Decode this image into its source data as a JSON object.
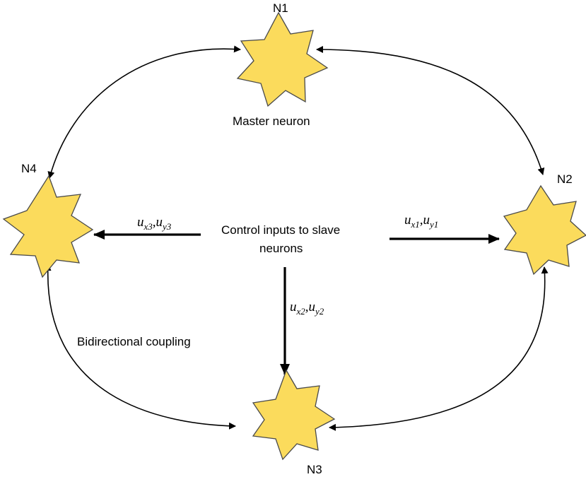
{
  "nodes": {
    "n1": {
      "label": "N1",
      "note": "Master neuron"
    },
    "n2": {
      "label": "N2"
    },
    "n3": {
      "label": "N3"
    },
    "n4": {
      "label": "N4"
    }
  },
  "control": {
    "title_line1": "Control inputs to slave",
    "title_line2": "neurons"
  },
  "inputs": {
    "to_n2": {
      "u": "u",
      "sub_u": "x1",
      "comma": ",",
      "v": "u",
      "sub_v": "y1"
    },
    "to_n3": {
      "u": "u",
      "sub_u": "x2",
      "comma": ",",
      "v": "u",
      "sub_v": "y2"
    },
    "to_n4": {
      "u": "u",
      "sub_u": "x3",
      "comma": ",",
      "v": "u",
      "sub_v": "y3"
    }
  },
  "coupling_label": "Bidirectional coupling",
  "colors": {
    "node_fill": "#fbdb5c",
    "node_stroke": "#4a4a4a",
    "arrow": "#000000"
  }
}
